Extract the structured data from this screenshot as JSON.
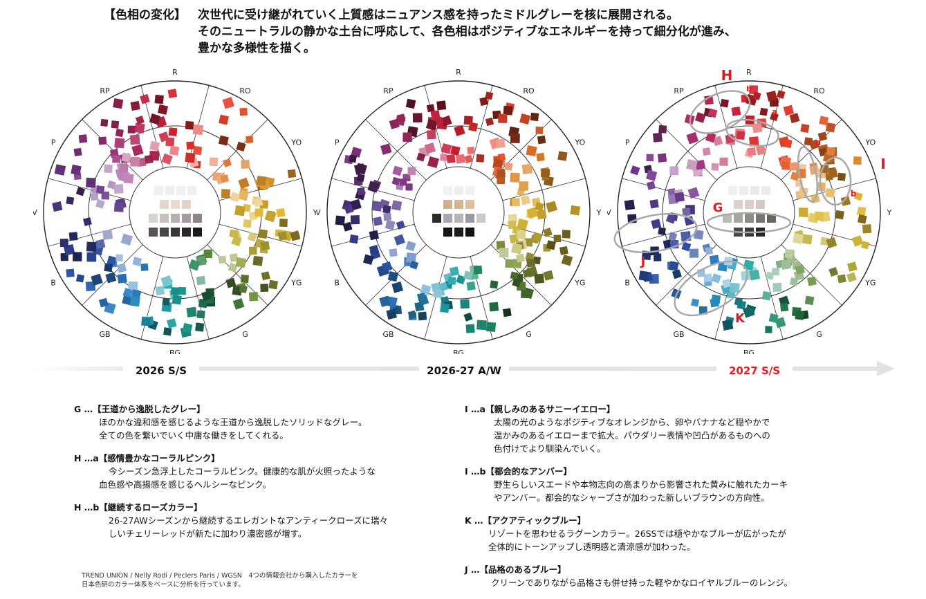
{
  "header": {
    "tag": "【色相の変化】",
    "lines": [
      "次世代に受け継がれていく上質感はニュアンス感を持ったミドルグレーを核に展開される。",
      "そのニュートラルの静かな土台に呼応して、各色相はポジティブなエネルギーを持って細分化が進み、",
      "豊かな多様性を描く。"
    ]
  },
  "hue_labels": [
    "R",
    "RO",
    "YO",
    "Y",
    "YG",
    "G",
    "BG",
    "GB",
    "B",
    "V",
    "P",
    "RP"
  ],
  "wheels": [
    {
      "season": "2026 S/S",
      "season_color": "#111111"
    },
    {
      "season": "2026-27 A/W",
      "season_color": "#111111"
    },
    {
      "season": "2027 S/S",
      "season_color": "#e8171a",
      "markers": [
        "H",
        "b",
        "a",
        "a",
        "I",
        "b",
        "G",
        "J",
        "K"
      ]
    }
  ],
  "notes_left": [
    {
      "title": "G …【王道から逸脱したグレー】",
      "body": [
        "ほのかな違和感を感じるような王道から逸脱したソリッドなグレー。",
        "全ての色を繋いでいく中庸な働きをしてくれる。"
      ]
    },
    {
      "title": "H …a【感情豊かなコーラルピンク】",
      "body": [
        "今シーズン急浮上したコーラルピンク。健康的な肌が火照ったような",
        "血色感や高揚感を感じるヘルシーなピンク。"
      ]
    },
    {
      "title": "H …b【継続するローズカラー】",
      "body": [
        "26-27AWシーズンから継続するエレガントなアンティークローズに瑞々",
        "しいチェリーレッドが新たに加わり濃密感が増す。"
      ]
    }
  ],
  "notes_right": [
    {
      "title": "I …a【親しみのあるサニーイエロー】",
      "body": [
        "太陽の光のようなポジティブなオレンジから、卵やバナナなど穏やかで",
        "温かみのあるイエローまで拡大。パウダリー表情や凹凸があるものへの",
        "色付けでより馴染んでいく。"
      ]
    },
    {
      "title": "I …b【都会的なアンバー】",
      "body": [
        "野生らしいスエードや本物志向の高まりから影響された黄みに触れたカーキ",
        "やアンバー。都会的なシャープさが加わった新しいブラウンの方向性。"
      ]
    },
    {
      "title": "K …【アクアティックブルー】",
      "body": [
        "リゾートを思わせるラグーンカラー。26SSでは穏やかなブルーが広がったが",
        "全体的にトーンアップし透明感と清涼感が加わった。"
      ]
    },
    {
      "title": "J …【品格のあるブルー】",
      "body": [
        "クリーンでありながら品格さも併せ持った軽やかなロイヤルブルーのレンジ。"
      ]
    }
  ],
  "footer": [
    "TREND UNION / Nelly Rodi / Peclers Paris / WGSN　4つの情報会社から購入したカラーを",
    "日本色研のカラー体系をベースに分析を行っています。"
  ]
}
